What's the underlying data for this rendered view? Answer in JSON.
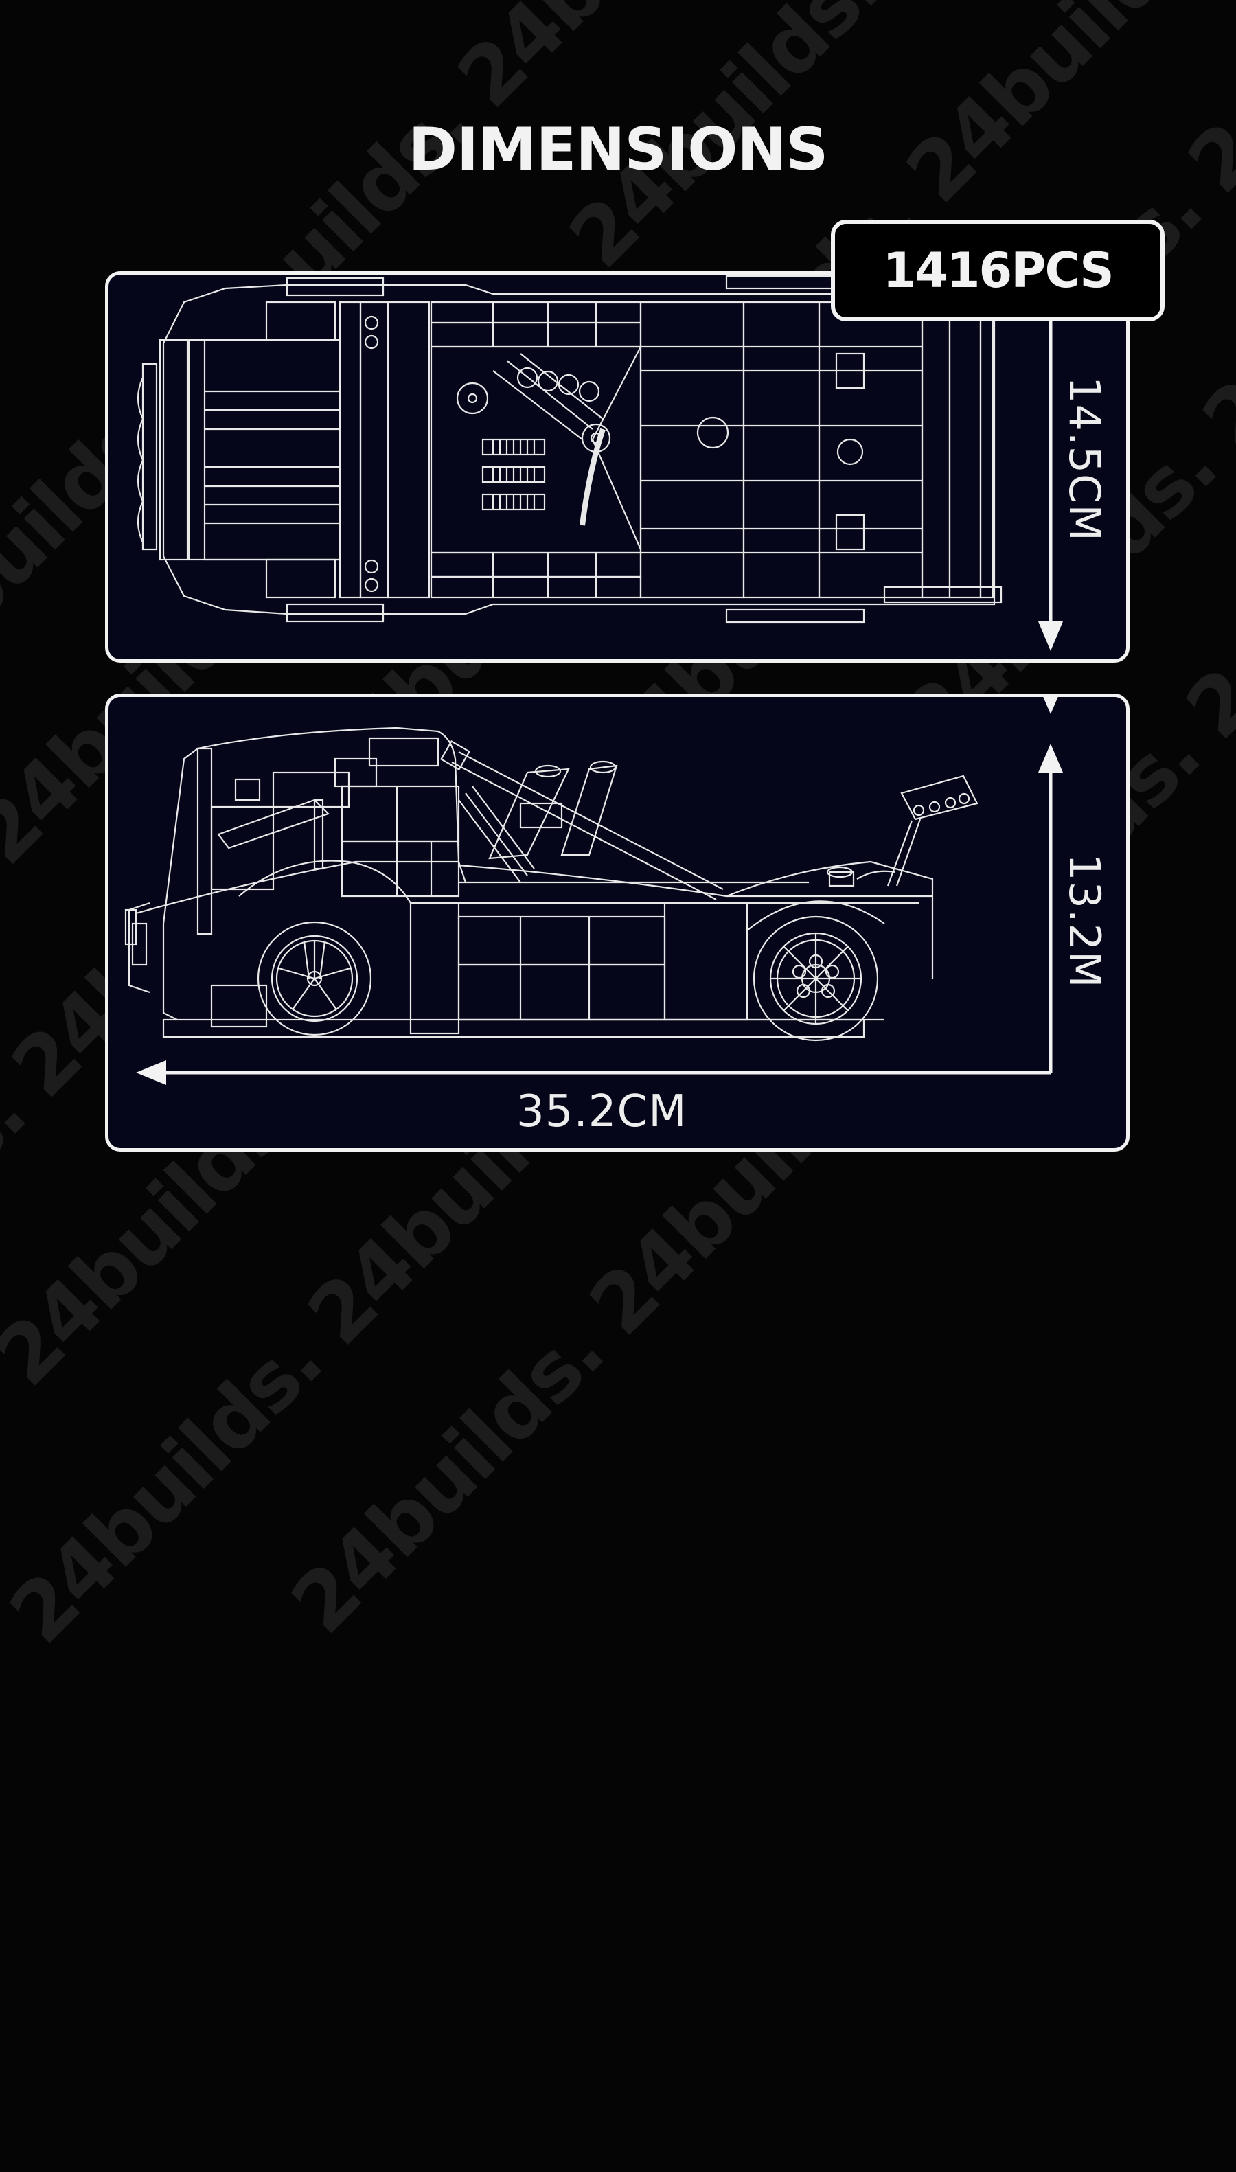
{
  "header": {
    "title": "DIMENSIONS"
  },
  "badge": {
    "piece_count_label": "1416PCS"
  },
  "watermark": {
    "text": "24builds.",
    "color": "#1c1c1c"
  },
  "views": {
    "top_view": {
      "label": "top-view-blueprint"
    },
    "side_view": {
      "label": "side-view-blueprint"
    }
  },
  "dimensions": {
    "width": "14.5CM",
    "height": "13.2M",
    "length": "35.2CM"
  },
  "colors": {
    "background": "#050505",
    "panel": "#050619",
    "line": "#f2f2f2"
  }
}
